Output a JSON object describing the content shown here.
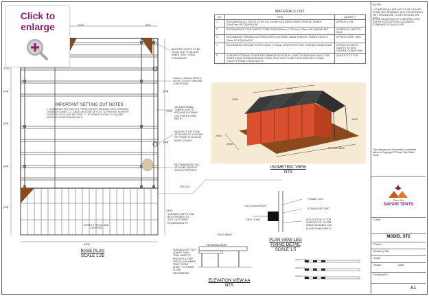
{
  "badge": {
    "line1": "Click to",
    "line2": "enlarge"
  },
  "top_dims": {
    "d1": "7000",
    "d2": "800"
  },
  "plan": {
    "notes_title": "IMPORTANT SETTING OUT NOTES",
    "notes_text": "1. COMMENCE SETTING OUT FROM HIGHEST GROUND POINT WORKING TOWARDS LOWEST. 2. JOISTS MUST BE SET OUT TO PROVIDE SUPPORT FOR ENDS OF FLOOR BATTENS. 3. TIE DOWNS SHOWN TO SQUARE MEASURE ACROSS DIAGONALS.",
    "callouts": [
      "BRACING JOISTS TO BE FIXED FLAT TO ALLOW INNER TENT FIXING CLEARANCE",
      "100mm x 100mm POSTS LEVEL TO SUIT GROUND CONDITIONS",
      "TIE ADDITIONAL TIMBER SIDE TO PROVIDE SUITABLE LEG PLATE FIXING WIDTH",
      "RATCHETS OR TO BE ATTACHED TO OUTSIDE OF FRAME IN SEASON ROOF STRAPS",
      "RECOMMENDED FILL WITH DECORATIVE WOOD CHIPPINGS"
    ],
    "lower_note": "JOISTS TYPICAL AND CENTRED",
    "veranda_note": "VERANDA DEPTH CAN BE EXTENDED TO SUIT CUSTOMER REQUIREMENTS",
    "dim_left": "1700",
    "dim_mid": "7000",
    "dim_low": "2400",
    "dim_bottom": "6600",
    "side_marks": [
      "[A4]",
      "[A3]",
      "[A3]",
      "[A3]",
      "[A3]",
      "[A4]"
    ],
    "see_label": "SEE AA",
    "title": "BASE PLAN",
    "scale": "SCALE 1:25"
  },
  "materials": {
    "title": "MATERIALS LIST",
    "headers": [
      "No.",
      "ITEM",
      "QUANTITY"
    ],
    "rows": [
      {
        "no": "1",
        "item": "RECOMMEND ALL JOISTS TO BE C24 GRADE KILN DRIED SAWN TREATED TIMBER 200x47mm OR EQUIVALENT",
        "qty": "APPROX 170M"
      },
      {
        "no": "2",
        "item": "RECOMMEND FLOOR SHEETS TO BE OSB3 2400mm X 1220mm X 18mm OR EQUIVALENT",
        "qty": "APPROX 24 SHEETS / 55m2"
      },
      {
        "no": "3",
        "item": "RECOMMEND VERANDA COVERED WITH KILN DRIED SAWN TREATED TIMBER 150mm X 25mm OR EQUIVALENT",
        "qty": "APPROX 150M / 15m2"
      },
      {
        "no": "4",
        "item": "RECOMMEND GROUND POSTS 100mm X 100mm LENGTHS TO SUIT GROUND CONDITIONS",
        "qty": "APPROX 40 POSTS LENGTH TO SUIT GROUND CONDITIONS"
      },
      {
        "no": "5",
        "item": "SCREWS EXTERNAL GRADE RECOMMEND M10 FOR ALL JOIST FIXINGS AND NO8 2\" FOR SHEETS AND VERANDA BOARD FIXING, TENT LEGS TO BE FIXED WITH M10 X 75MM COACH THREAD COACH BOLTS",
        "qty": "QUANTITY TO SUIT"
      }
    ]
  },
  "iso": {
    "dims": [
      "2900",
      "9000",
      "2500",
      "2000",
      "1500",
      "FRONT 6600"
    ],
    "title": "ISOMETRIC VIEW",
    "scale": "NTS"
  },
  "leg_detail": {
    "frame_leg": "FRAME LEG",
    "dims": "100 x 100mm POST",
    "strap": "STRAP RATCHET",
    "side": "SIDE JOIST",
    "note": "LEG FASTEN TO TOP SURFACE OF FLOOR USING SUITABLE LEG PLATE FIXING WIDTH",
    "title": "PLAN VIEW LEG FIXING DETAIL",
    "scale": "SCALE 1:5"
  },
  "elevation": {
    "labels": [
      "TENT BASE",
      "VERANDA BASE"
    ],
    "note": "VERANDA SET OUT LOWER THAN TENT BASE TO PROVIDE A STEP AND ALLOW INNER TENT FRONT SHEET TO FINISH FLUSH RECOMMEND",
    "title": "ELEVATION VIEW AA",
    "scale": "NTS"
  },
  "right_notes": {
    "heading": "NOTES:",
    "lines": [
      "1. DIMENSIONS ARE NOT TO BE SCALED FROM THIS DRAWING. ANY DISCREPANCY NOT SHOWN ARE TO BE CHECKED ON SITE.",
      "2. THE SEQUENCE OF CONSTRUCTION REFER TO ACCEPTED DOCUMENT STANDARD OF BUILD FOR",
      "This drawing and information contained within is Copyright © Clean Sky Safari Tents."
    ]
  },
  "titleblock": {
    "brand_small": "Clean Sky",
    "brand": "SAFARI TENTS",
    "model": "MODEL ST2",
    "size": "A1",
    "rows": [
      "Client",
      "Project",
      "Drawing Title",
      "Scale",
      "Drawn",
      "Date",
      "Drawing No"
    ]
  },
  "scale_bars": [
    "SCALE 1:25",
    "SCALE 1:5",
    "SCALE 1:10"
  ],
  "colors": {
    "badge_text": "#8b1f6e",
    "tent_red": "#d9502e",
    "tent_roof": "#3a3a3a",
    "deck": "#8a4a1e",
    "iso_bg": "#f7ead3"
  }
}
